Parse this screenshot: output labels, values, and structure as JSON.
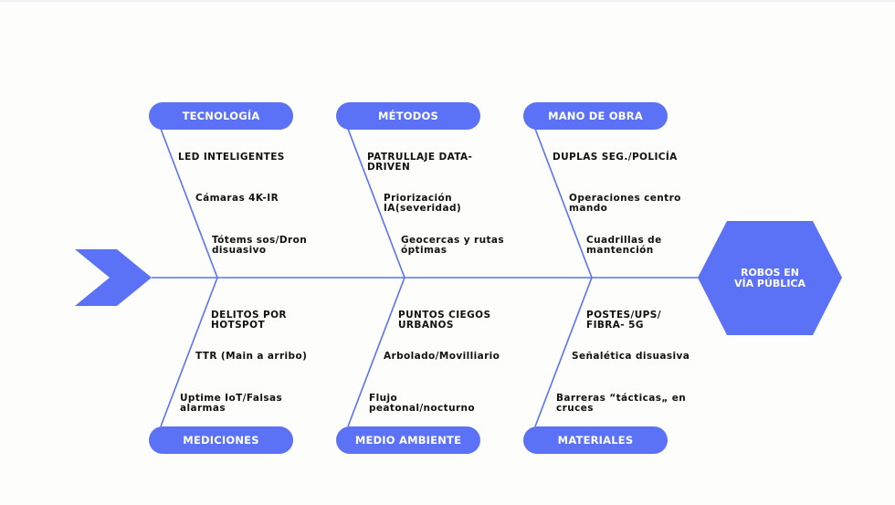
{
  "colors": {
    "accent": "#5b72f6",
    "background": "#fdfdfb",
    "text": "#111111"
  },
  "effect": {
    "label_line1": "ROBOS EN",
    "label_line2": "VÍA PÚBLICA"
  },
  "categories": {
    "tecnologia": "TECNOLOGÍA",
    "metodos": "MÉTODOS",
    "mano_de_obra": "MANO DE OBRA",
    "mediciones": "MEDICIONES",
    "medio_ambiente": "MEDIO AMBIENTE",
    "materiales": "MATERIALES"
  },
  "causes": {
    "tecnologia": [
      "LED INTELIGENTES",
      "Cámaras 4K-IR",
      "Tótems sos/Dron disuasivo"
    ],
    "metodos": [
      "PATRULLAJE DATA-DRIVEN",
      "Priorización IA(severidad)",
      "Geocercas y rutas óptimas"
    ],
    "mano_de_obra": [
      "DUPLAS SEG./POLICÍA",
      "Operaciones centro mando",
      "Cuadrillas de mantención"
    ],
    "mediciones": [
      "DELITOS POR HOTSPOT",
      "TTR (Main a arribo)",
      "Uptime IoT/Falsas alarmas"
    ],
    "medio_ambiente": [
      "PUNTOS CIEGOS URBANOS",
      "Arbolado/Movilliario",
      "Flujo peatonal/nocturno"
    ],
    "materiales": [
      "POSTES/UPS/ FIBRA- 5G",
      "Señalética disuasiva",
      "Barreras “tácticas„ en cruces"
    ]
  },
  "icons": {
    "tail": "chevron-arrow-icon",
    "head": "hexagon-shape"
  }
}
